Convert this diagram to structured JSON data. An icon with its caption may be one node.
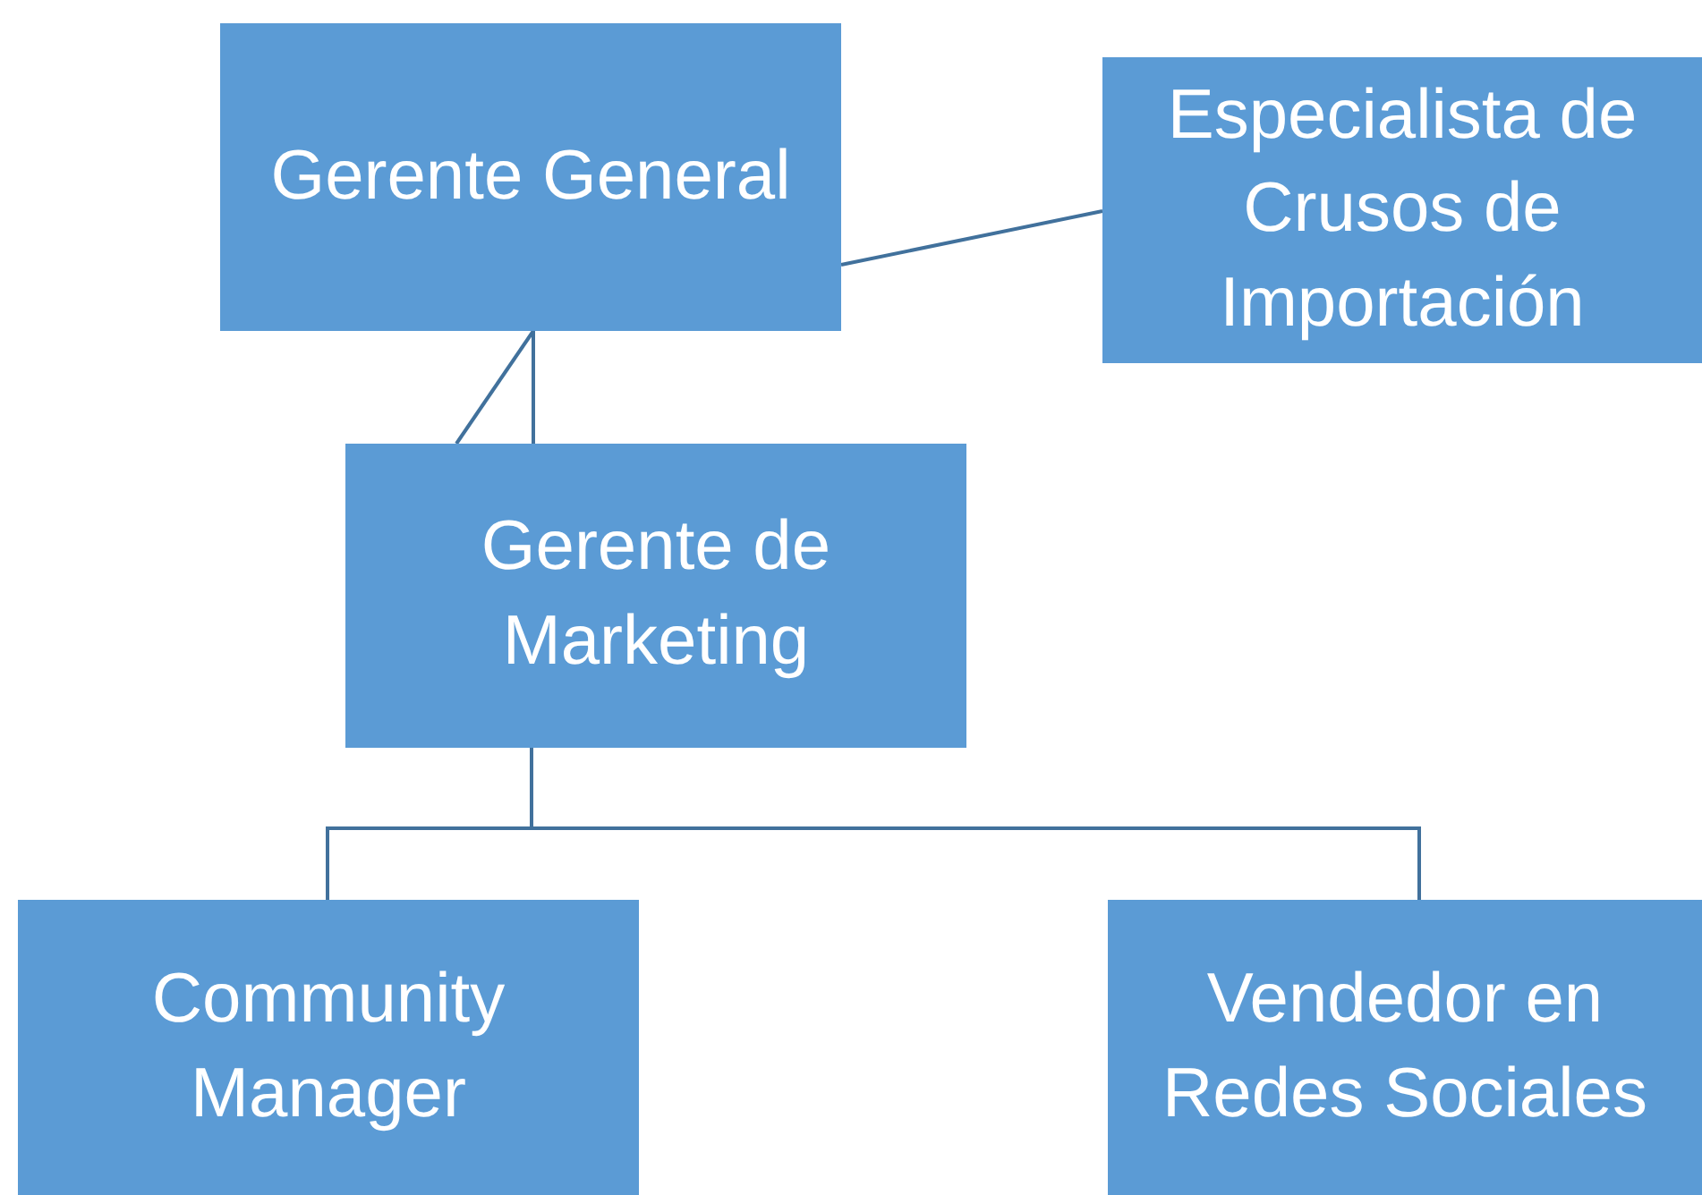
{
  "diagram": {
    "nodes": [
      {
        "text": [
          "Gerente General"
        ]
      },
      {
        "text": [
          "Especialista de Crusos de Importación"
        ]
      },
      {
        "text": [
          "Gerente de Marketing"
        ]
      },
      {
        "text": [
          "Community Manager"
        ]
      },
      {
        "text": [
          "Vendedor en Redes Sociales"
        ]
      }
    ],
    "edges": [
      {
        "from": 0,
        "to": 1,
        "arrow": "none"
      },
      {
        "from": 0,
        "to": 2,
        "arrow": "none"
      },
      {
        "from": 0,
        "to": 2,
        "arrow": "none"
      },
      {
        "from": 2,
        "to": 3,
        "arrow": "none"
      },
      {
        "from": 2,
        "to": 4,
        "arrow": "none"
      }
    ]
  }
}
